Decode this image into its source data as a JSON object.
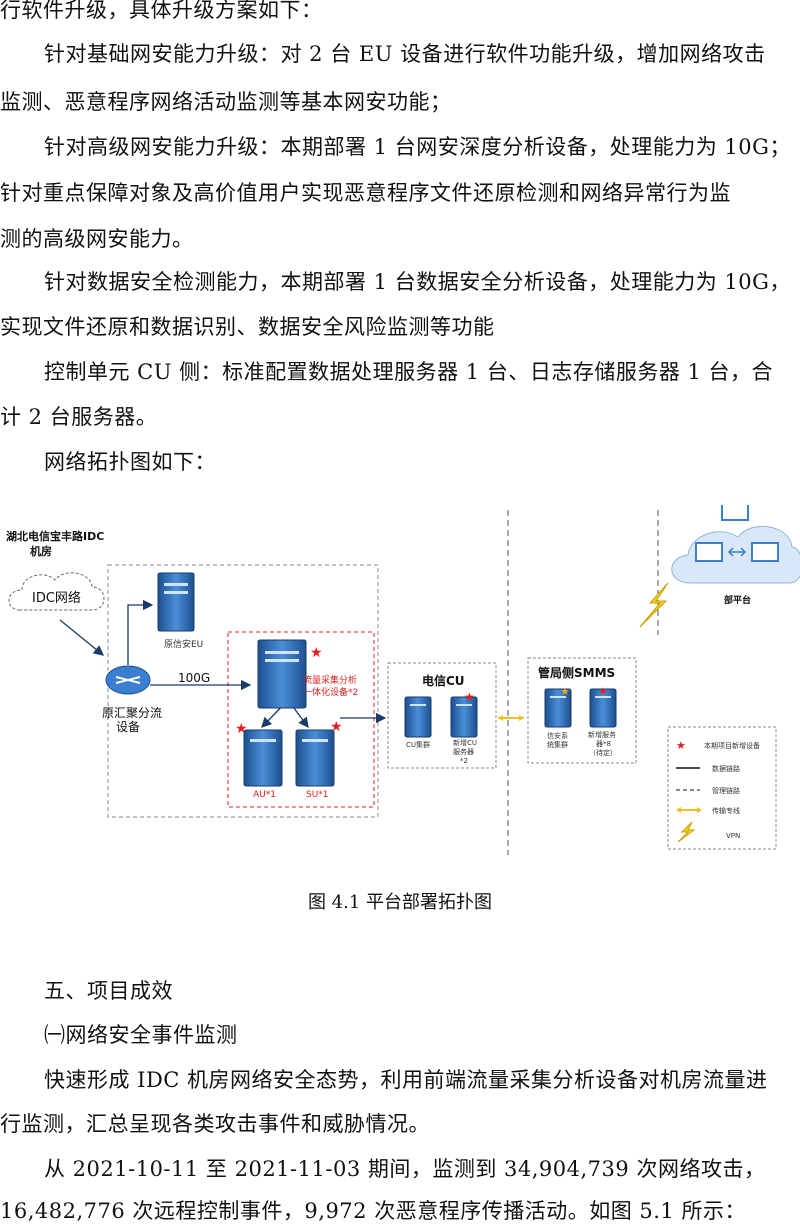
{
  "paragraphs": {
    "p0": "行软件升级，具体升级方案如下：",
    "p1a": "针对基础网安能力升级：对 2 台 EU 设备进行软件功能升级，增加网络攻击",
    "p1b": "监测、恶意程序网络活动监测等基本网安功能；",
    "p2a": "针对高级网安能力升级：本期部署 1 台网安深度分析设备，处理能力为 10G；",
    "p2b": "针对重点保障对象及高价值用户实现恶意程序文件还原检测和网络异常行为监",
    "p2c": "测的高级网安能力。",
    "p3a": "针对数据安全检测能力，本期部署 1 台数据安全分析设备，处理能力为 10G，",
    "p3b": "实现文件还原和数据识别、数据安全风险监测等功能",
    "p4a": "控制单元 CU 侧：标准配置数据处理服务器 1 台、日志存储服务器 1 台，合",
    "p4b": "计 2 台服务器。",
    "p5": "网络拓扑图如下：",
    "s5": "五、项目成效",
    "s5_1": "㈠网络安全事件监测",
    "p6a": "快速形成 IDC 机房网络安全态势，利用前端流量采集分析设备对机房流量进",
    "p6b": "行监测，汇总呈现各类攻击事件和威胁情况。",
    "p7a": "从 2021-10-11 至 2021-11-03 期间，监测到 34,904,739 次网络攻击，",
    "p7b": "16,482,776 次远程控制事件，9,972 次恶意程序传播活动。如图 5.1 所示："
  },
  "figure": {
    "caption": "图 4.1 平台部署拓扑图",
    "site_title_1": "湖北电信宝丰路IDC",
    "site_title_2": "机房",
    "idc_cloud": "IDC网络",
    "orig_eu": "原信安EU",
    "splitter_1": "原汇聚分流",
    "splitter_2": "设备",
    "link_speed": "100G",
    "collector_1": "流量采集分析",
    "collector_2": "一体化设备*2",
    "au": "AU*1",
    "su": "SU*1",
    "telecom_cu": "电信CU",
    "cu_cluster": "CU集群",
    "new_cu_1": "新增CU",
    "new_cu_2": "服务器",
    "new_cu_3": "*2",
    "smms_title": "管局侧SMMS",
    "smms_cluster_1": "信安系",
    "smms_cluster_2": "统集群",
    "smms_new_1": "新增服务",
    "smms_new_2": "器*8",
    "smms_new_3": "（待定）",
    "platform": "部平台",
    "legend": {
      "new_device": "本期项目新增设备",
      "data_link": "数据链路",
      "mgmt_link": "管理链路",
      "dedicated": "传输专线",
      "vpn": "VPN"
    },
    "colors": {
      "accent_red": "#e02020",
      "server_blue": "#2a6cb8",
      "line_yellow": "#f0c020"
    }
  }
}
